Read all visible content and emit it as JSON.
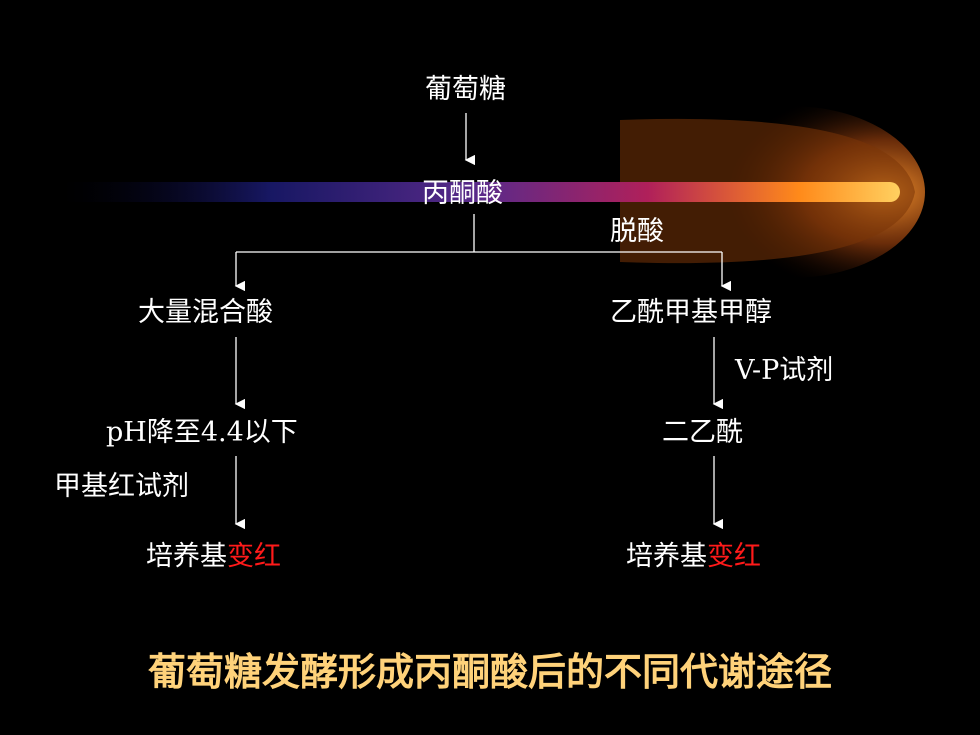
{
  "nodes": {
    "glucose": "葡萄糖",
    "pyruvate": "丙酮酸",
    "decarboxylation": "脱酸",
    "mixed_acids": "大量混合酸",
    "acetoin": "乙酰甲基甲醇",
    "vp_reagent": "V-P试剂",
    "ph_drop": "pH降至4.4以下",
    "diacetyl": "二乙酰",
    "methyl_red_reagent": "甲基红试剂",
    "left_result_prefix": "培养基",
    "left_result_highlight": "变红",
    "right_result_prefix": "培养基",
    "right_result_highlight": "变红"
  },
  "caption": "葡萄糖发酵形成丙酮酸后的不同代谢途径",
  "colors": {
    "background": "#000000",
    "text": "#ffffff",
    "highlight": "#ff1a1a",
    "caption": "#ffd27a",
    "lines": "#ffffff"
  }
}
